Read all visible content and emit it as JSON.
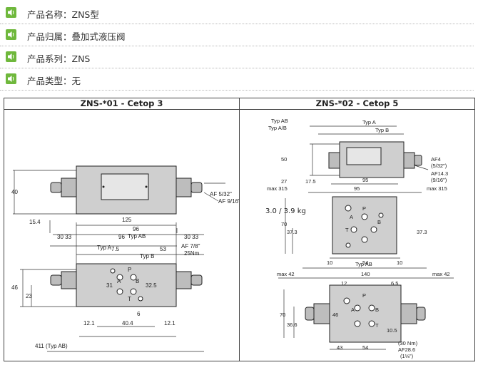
{
  "info": {
    "rows": [
      {
        "label": "产品名称：ZNS型",
        "icon": "speaker-icon"
      },
      {
        "label": "产品归属：叠加式液压阀",
        "icon": "speaker-icon"
      },
      {
        "label": "产品系列：ZNS",
        "icon": "speaker-icon"
      },
      {
        "label": "产品类型：无",
        "icon": "speaker-icon"
      }
    ],
    "accent": "#6fb83c"
  },
  "panel": {
    "left_title": "ZNS-*01 - Cetop 3",
    "right_title": "ZNS-*02 - Cetop 5",
    "weight": "3.0 / 3.9 kg",
    "left": {
      "typ_ab": "Typ AB",
      "typ_a": "Typ A",
      "typ_b": "Typ B",
      "h40": "40",
      "d154": "15.4",
      "af532": "AF 5/32\"",
      "af916": "AF 9/16\"",
      "d125": "125",
      "d96a": "96",
      "d3033a": "30 33",
      "d96b": "96",
      "af78": "AF 7/8\"",
      "nm25": "25Nm",
      "d3033b": "30 33",
      "d75": "7.5",
      "d53": "53",
      "d46": "46",
      "d23": "23",
      "d31": "31",
      "d325": "32.5",
      "d6": "6",
      "d121a": "12.1",
      "d404": "40.4",
      "d121b": "12.1",
      "d411": "411 (Typ AB)",
      "pA": "A",
      "pB": "B",
      "pP": "P",
      "pT": "T"
    },
    "right": {
      "typ_ab": "Typ AB",
      "typ_ab2": "Typ A/B",
      "typ_a": "Typ A",
      "typ_b": "Typ B",
      "d50": "50",
      "d27": "27",
      "d175": "17.5",
      "af4": "AF4",
      "af4s": "(5/32\")",
      "af143": "AF14.3",
      "af143s": "(9/16\")",
      "d95a": "95",
      "d95b": "95",
      "max315a": "max 315",
      "max315b": "max 315",
      "d70": "70",
      "d373a": "37.3",
      "d373b": "37.3",
      "d10a": "10",
      "d54": "54",
      "d10b": "10",
      "typ_ab3": "Typ AB",
      "max42a": "max 42",
      "d140": "140",
      "max42b": "max 42",
      "d12": "12",
      "d65": "6.5",
      "d70b": "70",
      "d366": "36.6",
      "d46": "46",
      "d105": "10.5",
      "d43": "43",
      "d54b": "54",
      "nm30": "(30 Nm)",
      "af286": "AF28.6",
      "af286s": "(1⅛\")",
      "pA": "A",
      "pB": "B",
      "pP": "P",
      "pT": "T"
    }
  }
}
